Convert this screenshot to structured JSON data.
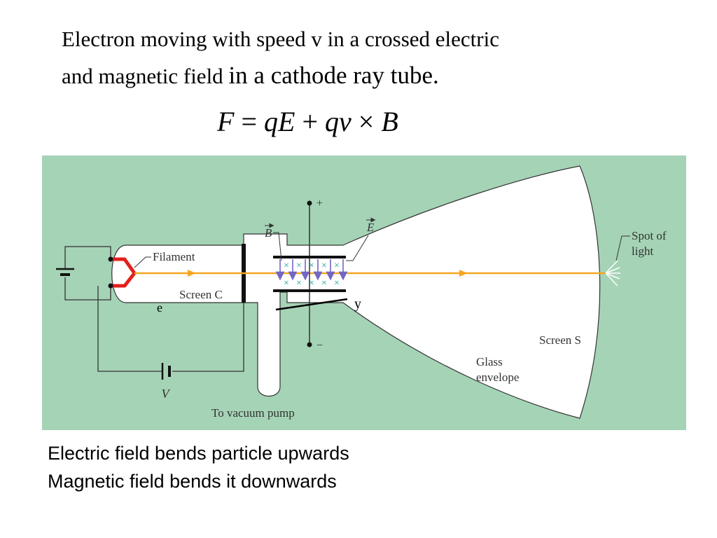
{
  "slide": {
    "title_line1": "Electron moving with speed v in a crossed electric",
    "title_line2a": "and magnetic field",
    "title_line2b": "in a cathode ray tube.",
    "formula": {
      "F": "F",
      "eq": "=",
      "qE": "qE",
      "plus": "+",
      "qv": "qv",
      "cross": "×",
      "B": "B"
    },
    "caption_line1": "Electric field bends particle upwards",
    "caption_line2": "Magnetic field bends it downwards"
  },
  "diagram": {
    "background_color": "#a5d3b6",
    "beam_color": "#f5a623",
    "filament_color": "#e3201b",
    "field_arrow_color": "#7466c4",
    "cross_color": "#1aa39a",
    "labels": {
      "filament": "Filament",
      "screen_c": "Screen C",
      "screen_s": "Screen S",
      "spot_of_light_1": "Spot of",
      "spot_of_light_2": "light",
      "glass_1": "Glass",
      "glass_2": "envelope",
      "vacuum": "To vacuum pump",
      "voltage": "V",
      "b_vec": "B",
      "e_vec": "E",
      "plus": "+",
      "minus": "−",
      "e_label": "e",
      "y_label": "y"
    }
  }
}
